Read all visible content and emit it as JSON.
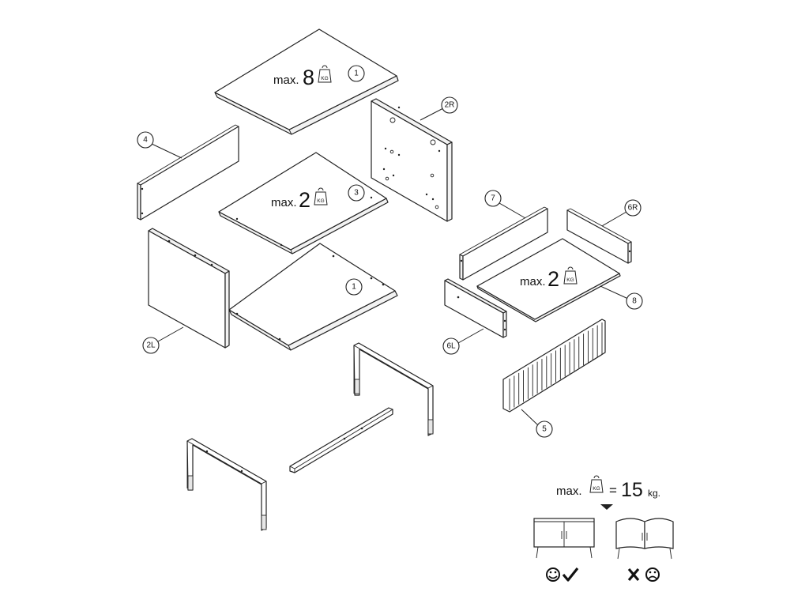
{
  "labels": {
    "part_1_top": "1",
    "part_1_bottom": "1",
    "part_2R": "2R",
    "part_2L": "2L",
    "part_3": "3",
    "part_4": "4",
    "part_5": "5",
    "part_6R": "6R",
    "part_6L": "6L",
    "part_7": "7",
    "part_8": "8"
  },
  "loads": {
    "top": {
      "prefix": "max.",
      "value": "8",
      "unit_icon": "KG"
    },
    "shelf": {
      "prefix": "max.",
      "value": "2",
      "unit_icon": "KG"
    },
    "drawer": {
      "prefix": "max.",
      "value": "2",
      "unit_icon": "KG"
    }
  },
  "total_load": {
    "prefix": "max.",
    "unit_icon": "KG",
    "equals": "=",
    "value": "15",
    "unit": "kg."
  },
  "result_icons": {
    "ok": "smiley-check-icon",
    "bad": "cross-frown-icon"
  },
  "colors": {
    "line": "#222222",
    "fill": "#ffffff",
    "edge": "#f2f2f2"
  }
}
